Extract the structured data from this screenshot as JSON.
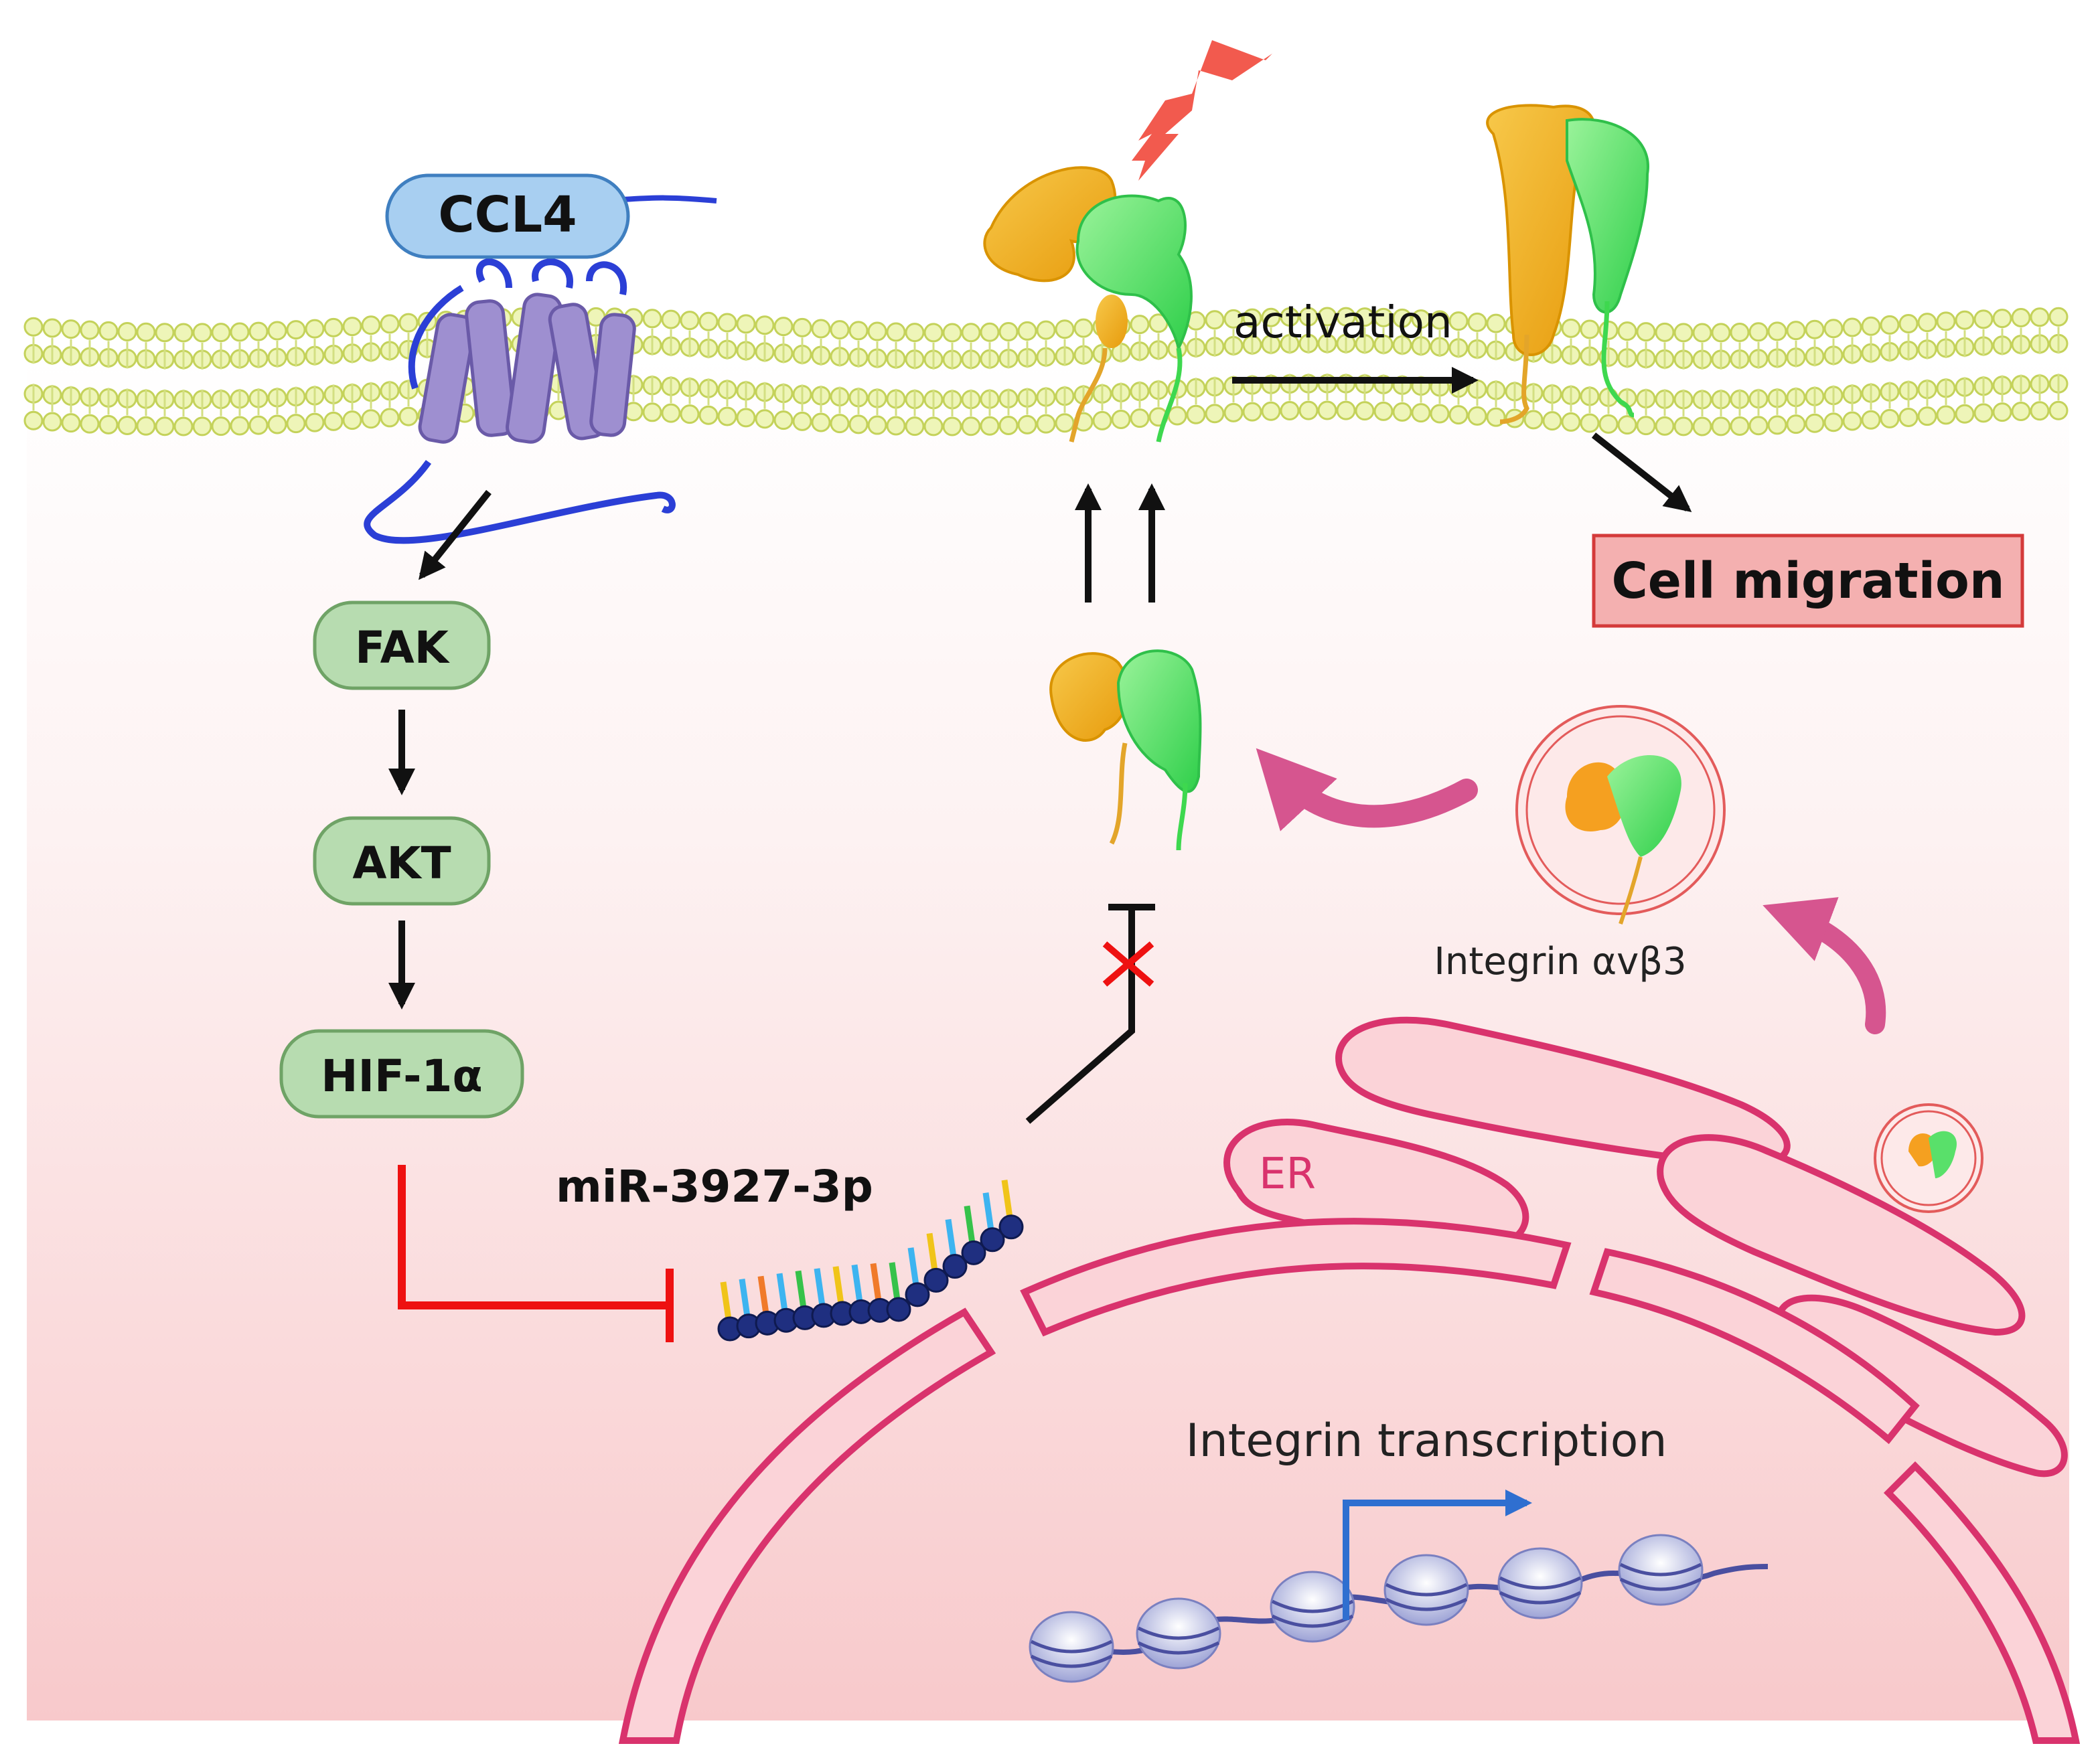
{
  "labels": {
    "ccl4": "CCL4",
    "fak": "FAK",
    "akt": "AKT",
    "hif": "HIF-1α",
    "activation": "activation",
    "cell_migration": "Cell migration",
    "mirna": "miR-3927-3p",
    "integrin_avb3": "Integrin αvβ3",
    "er": "ER",
    "integrin_transcription": "Integrin transcription"
  },
  "colors": {
    "membrane": "#d9e78a",
    "receptor": "#9e8fd0",
    "receptor_loop": "#2b3fd6",
    "pathway_box_fill": "#b7dcb0",
    "pathway_box_stroke": "#6fa366",
    "ccl4_fill": "#a8cff1",
    "ccl4_stroke": "#3f7fc0",
    "integrin_alpha": "#f0b21a",
    "integrin_beta": "#59e06a",
    "inhibit": "#ee1111",
    "lightning": "#f25a4e",
    "migration_fill": "#f4b0b0",
    "migration_stroke": "#d43a3a",
    "er_stroke": "#d9336d",
    "nucleus_stroke": "#d9336d",
    "pink_arrow": "#d6558f",
    "promoter_arrow": "#2f6fd0",
    "nucleosome": "#b7bde6"
  }
}
